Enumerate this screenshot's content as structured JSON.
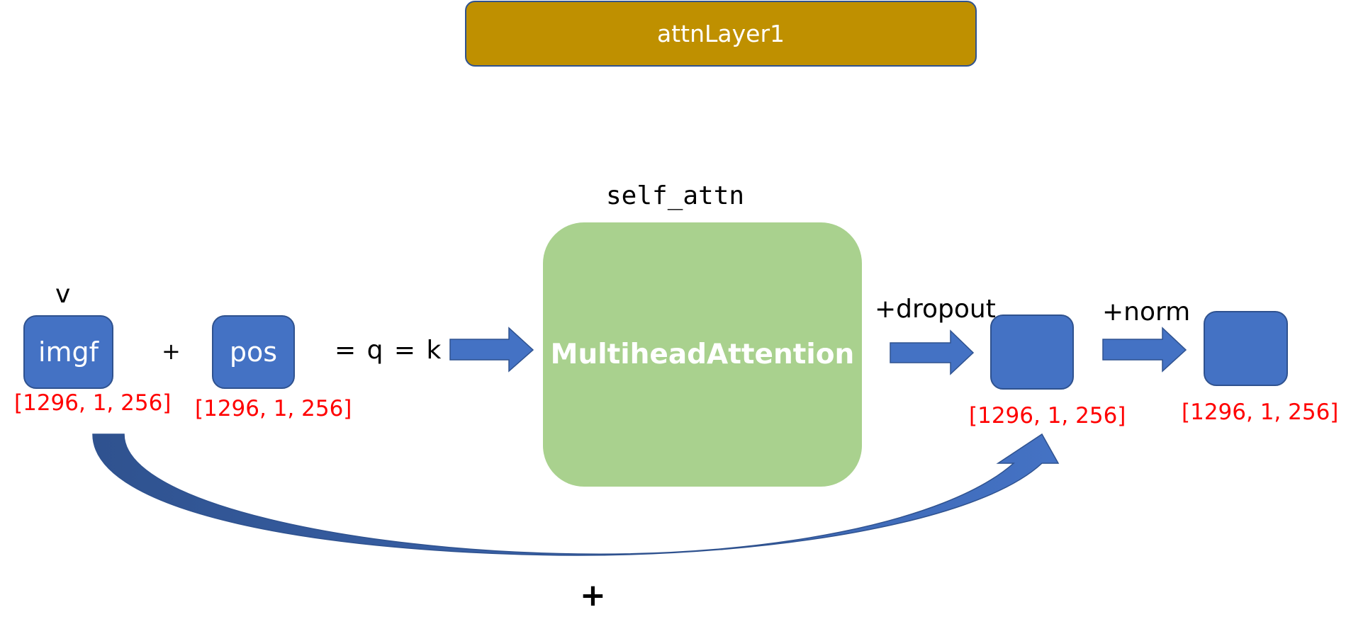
{
  "title": "attnLayer1",
  "nodes": {
    "imgf": "imgf",
    "pos": "pos",
    "attention": "MultiheadAttention"
  },
  "labels": {
    "v": "v",
    "plus_between": "+",
    "qk": "= q = k",
    "self_attn": "self_attn",
    "dropout": "+dropout",
    "norm": "+norm",
    "residual_plus": "+"
  },
  "shapes": {
    "imgf": "[1296, 1, 256]",
    "pos": "[1296, 1, 256]",
    "after_dropout": "[1296, 1, 256]",
    "after_norm": "[1296, 1, 256]"
  },
  "colors": {
    "title_fill": "#bf9000",
    "node_fill": "#4472c4",
    "node_border": "#2f528f",
    "attention_fill": "#a9d18e",
    "shape_text": "#ff0000"
  }
}
